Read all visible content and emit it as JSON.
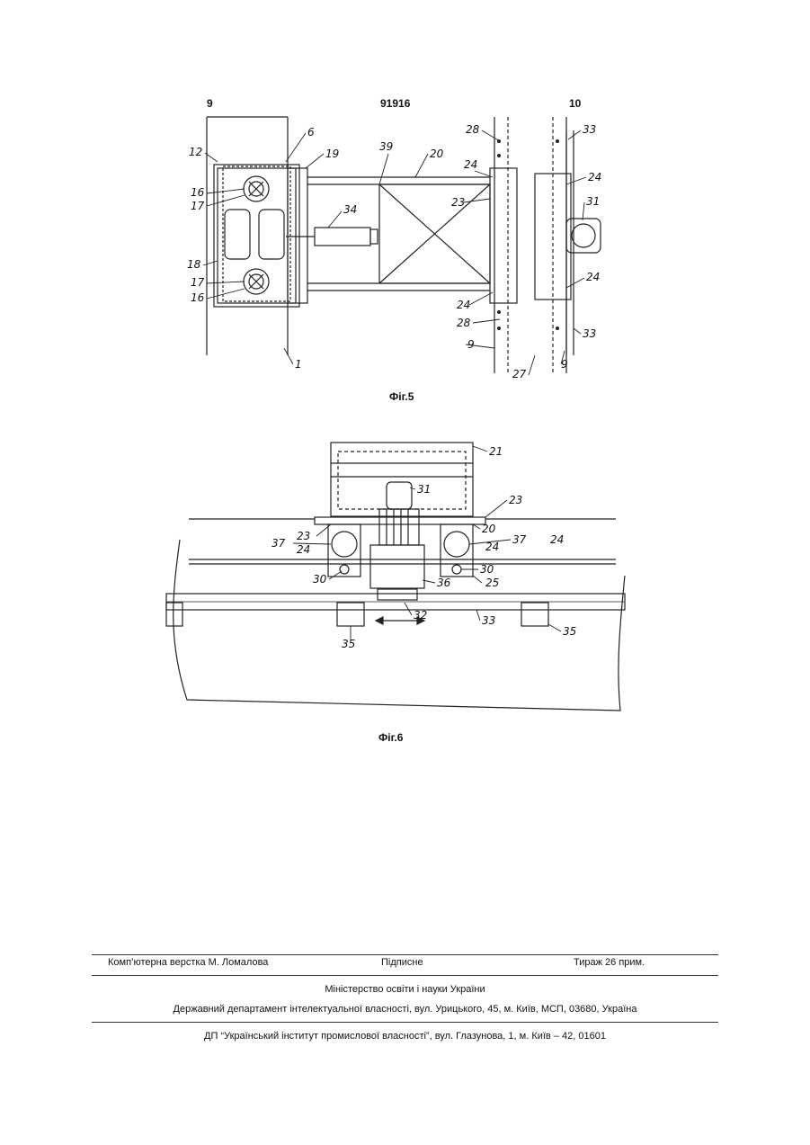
{
  "header": {
    "left_page": "9",
    "doc_number": "91916",
    "right_page": "10"
  },
  "figure5": {
    "caption": "Фіг.5",
    "labels": [
      "6",
      "12",
      "19",
      "39",
      "20",
      "16",
      "17",
      "34",
      "28",
      "33",
      "24",
      "23",
      "31",
      "18",
      "1",
      "9",
      "27"
    ]
  },
  "figure6": {
    "caption": "Фіг.6",
    "labels": [
      "21",
      "31",
      "23",
      "20",
      "37",
      "24",
      "30",
      "36",
      "25",
      "32",
      "33",
      "35"
    ]
  },
  "footer": {
    "typesetting": "Комп’ютерна верстка М. Ломалова",
    "signed": "Підписне",
    "circulation": "Тираж 26 прим.",
    "ministry": "Міністерство освіти і науки України",
    "department": "Державний департамент інтелектуальної власності, вул. Урицького, 45, м. Київ, МСП, 03680, Україна",
    "institute": "ДП “Український інститут промислової власності”, вул. Глазунова, 1, м. Київ – 42, 01601"
  }
}
